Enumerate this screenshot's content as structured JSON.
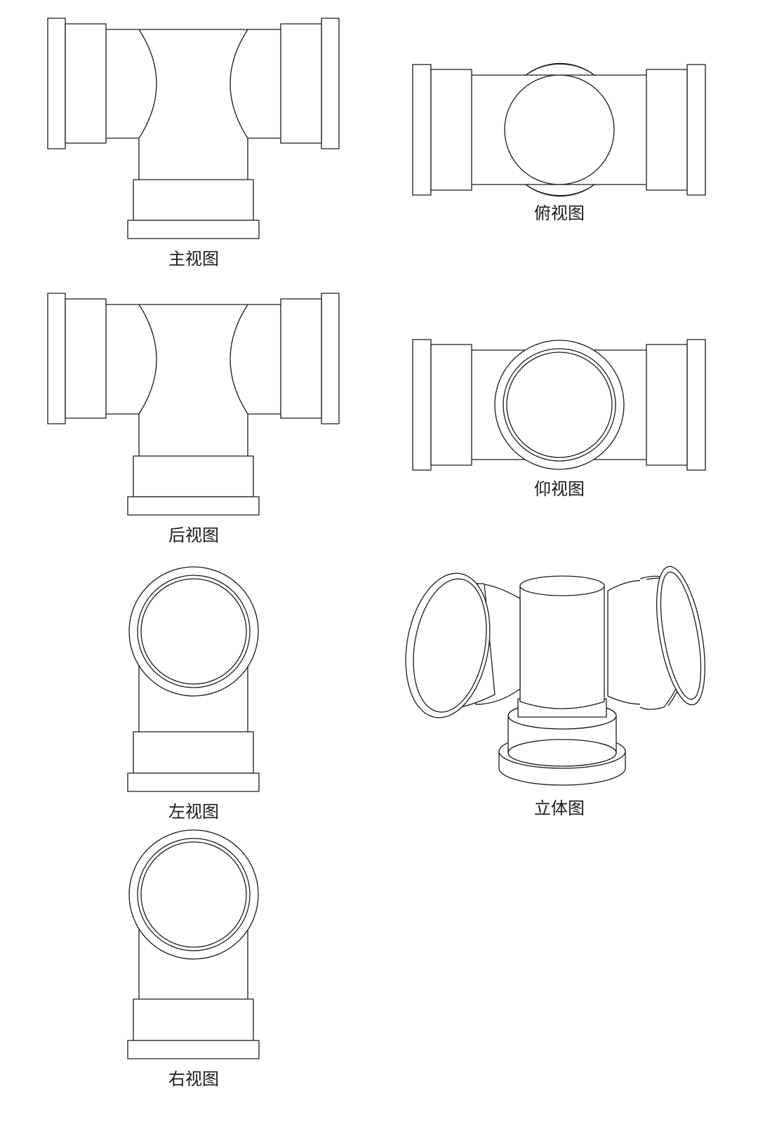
{
  "views": {
    "front": {
      "caption": "主视图"
    },
    "top": {
      "caption": "俯视图"
    },
    "back": {
      "caption": "后视图"
    },
    "bottom": {
      "caption": "仰视图"
    },
    "left": {
      "caption": "左视图"
    },
    "iso": {
      "caption": "立体图"
    },
    "right": {
      "caption": "右视图"
    }
  }
}
